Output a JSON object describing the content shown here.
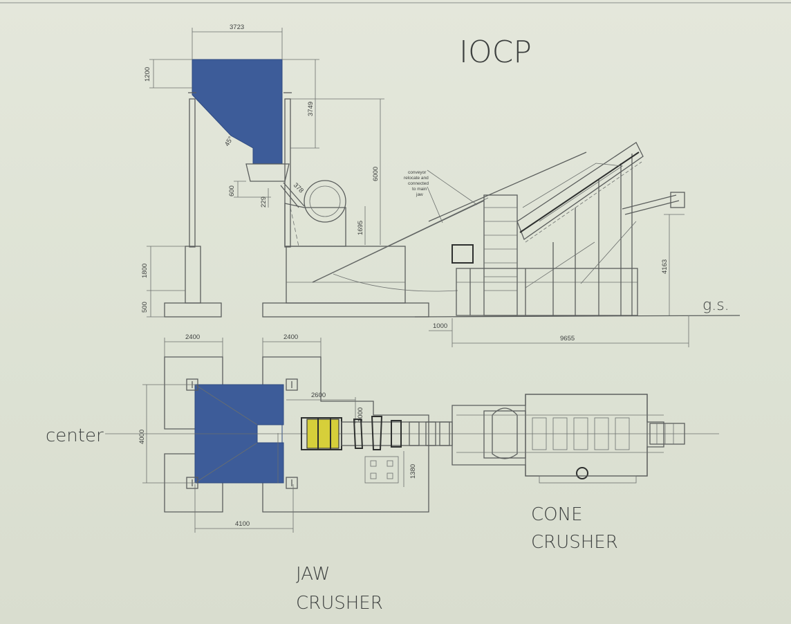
{
  "title": "IOCP",
  "labels": {
    "center": "center",
    "gs": "g.s.",
    "cone_1": "CONE",
    "cone_2": "CRUSHER",
    "jaw_1": "JAW",
    "jaw_2": "CRUSHER",
    "conveyor_note": [
      "conveyor",
      "relocate and",
      "connected",
      "to main",
      "jaw"
    ]
  },
  "dimensions": {
    "hopper_width": "3723",
    "hopper_top": "1200",
    "hopper_depth": "3749",
    "support_height": "6000",
    "angle": "45°",
    "chute_height": "600",
    "chute_width": "229",
    "chute_diag": "378",
    "jaw_base": "1695",
    "foot_height": "1800",
    "foot_depth": "500",
    "screen_height": "4163",
    "offset": "1000",
    "plant_length": "9655",
    "plan_left_width": "2400",
    "plan_right_width": "2400",
    "plan_depth": "4000",
    "plan_jaw_length": "2600",
    "plan_jaw_width": "1000",
    "plan_panel": "1380",
    "plan_span": "4100"
  },
  "colors": {
    "hopper": "#3d5c99",
    "highlight": "#d6cf3a",
    "paper": "#e0e4d7",
    "ink": "#5a5d5c"
  }
}
